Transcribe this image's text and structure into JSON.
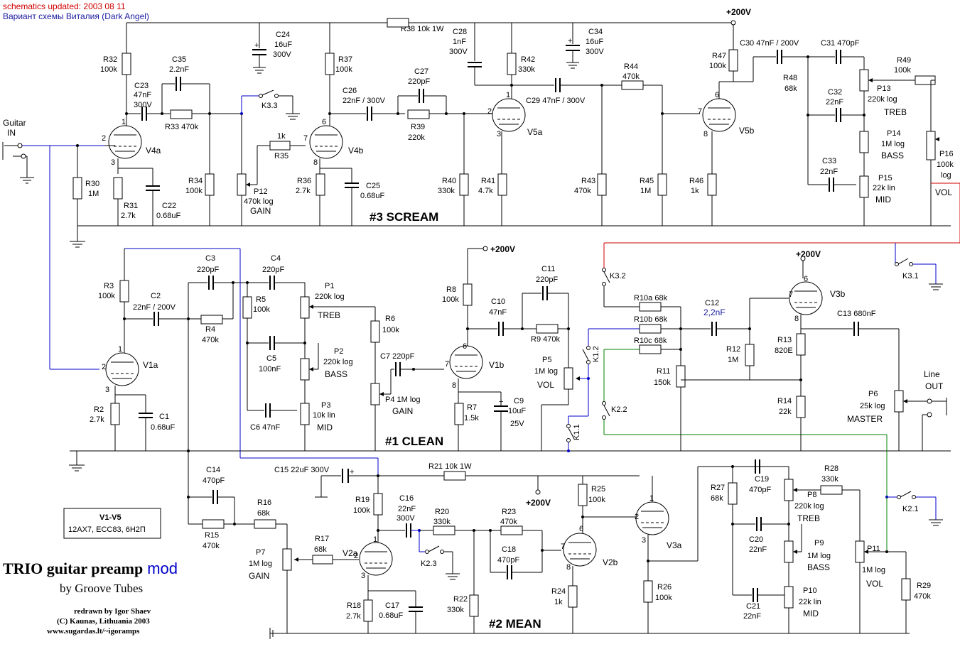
{
  "header": {
    "updated_label": "schematics updated: ",
    "updated_date": "2003 08 11",
    "variant": "Вариант схемы Виталия (Dark Angel)"
  },
  "title": {
    "main": "TRIO guitar preamp",
    "mod": "mod",
    "by": "by Groove Tubes"
  },
  "credits": [
    "redrawn by Igor Shaev",
    "(C) Kaunas, Lithuania 2003",
    "www.sugardas.lt/~igoramps"
  ],
  "tubes_box": {
    "title": "V1-V5",
    "types": "12AX7, ECC83, 6Н2П"
  },
  "channels": {
    "scream": "#3 SCREAM",
    "clean": "#1 CLEAN",
    "mean": "#2 MEAN"
  },
  "supply": "+200V",
  "io": {
    "guitar": "Guitar",
    "in": "IN",
    "line": "Line",
    "out": "OUT"
  },
  "colors": {
    "wire": "#000000",
    "signal_blue": "#0000c8",
    "red_link": "#d00000",
    "green_link": "#008000"
  }
}
